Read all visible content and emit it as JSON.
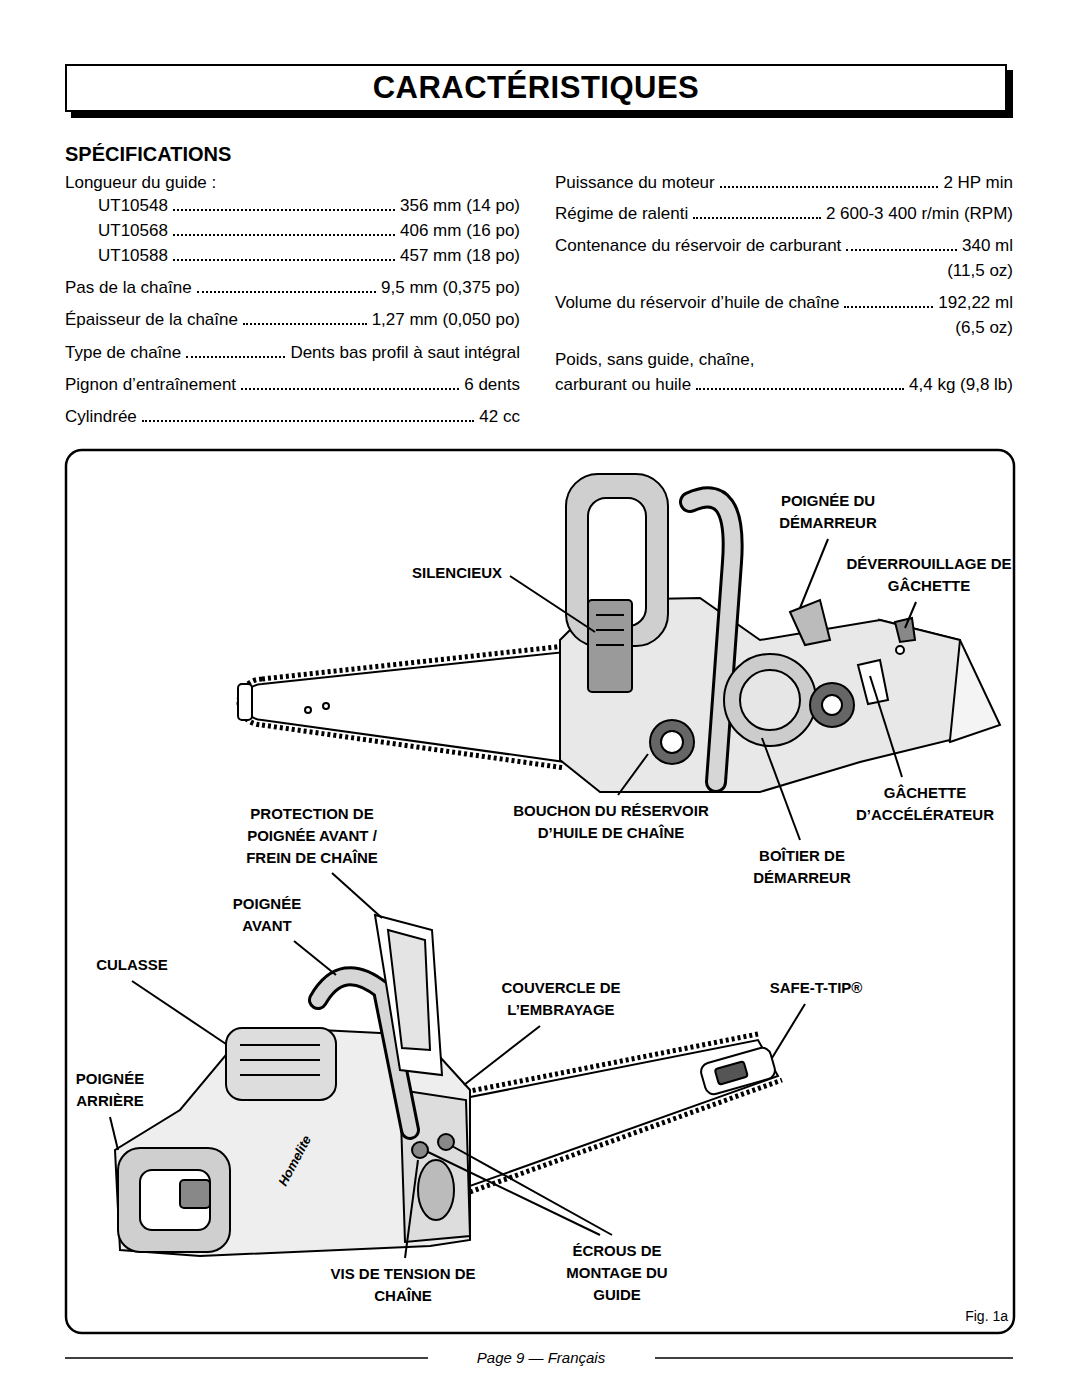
{
  "diagram": {
    "title": "CARACTÉRISTIQUES",
    "labels": [
      "SPÉCIFICATIONS",
      "Longueur du guide :",
      "UT10548",
      "356 mm (14 po)",
      "UT10568",
      "406 mm (16 po)",
      "UT10588",
      "457 mm (18 po)",
      "Pas de la chaîne",
      "9,5 mm (0,375 po)",
      "Épaisseur de la chaîne",
      "1,27 mm (0,050 po)",
      "Type de chaîne",
      "Dents bas profil à saut intégral",
      "Pignon d’entraînement",
      "6 dents",
      "Cylindrée",
      "42 cc",
      "Puissance du moteur",
      "2 HP min",
      "Régime de ralenti",
      "2 600-3 400 r/min (RPM)",
      "Contenance du réservoir de carburant",
      "340 ml",
      "(11,5 oz)",
      "Volume du réservoir d’huile de chaîne",
      "192,22 ml",
      "(6,5 oz)",
      "Poids, sans guide, chaîne,",
      "carburant ou huile",
      "4,4 kg (9,8 lb)",
      "POIGNÉE DU DÉMARREUR",
      "SILENCIEUX",
      "DÉVERROUILLAGE DE GÂCHETTE",
      "GÂCHETTE D’ACCÉLÉRATEUR",
      "PROTECTION DE POIGNÉE AVANT / FREIN DE CHAÎNE",
      "BOUCHON DU RÉSERVOIR D’HUILE DE CHAÎNE",
      "BOÎTIER DE DÉMARREUR",
      "POIGNÉE AVANT",
      "CULASSE",
      "COUVERCLE DE L’EMBRAYAGE",
      "SAFE-T-TIP®",
      "POIGNÉE ARRIÈRE",
      "ÉCROUS DE MONTAGE DU GUIDE",
      "VIS DE TENSION DE CHAÎNE",
      "Homelite",
      "Fig. 1a",
      "Page 9 — Français"
    ]
  }
}
